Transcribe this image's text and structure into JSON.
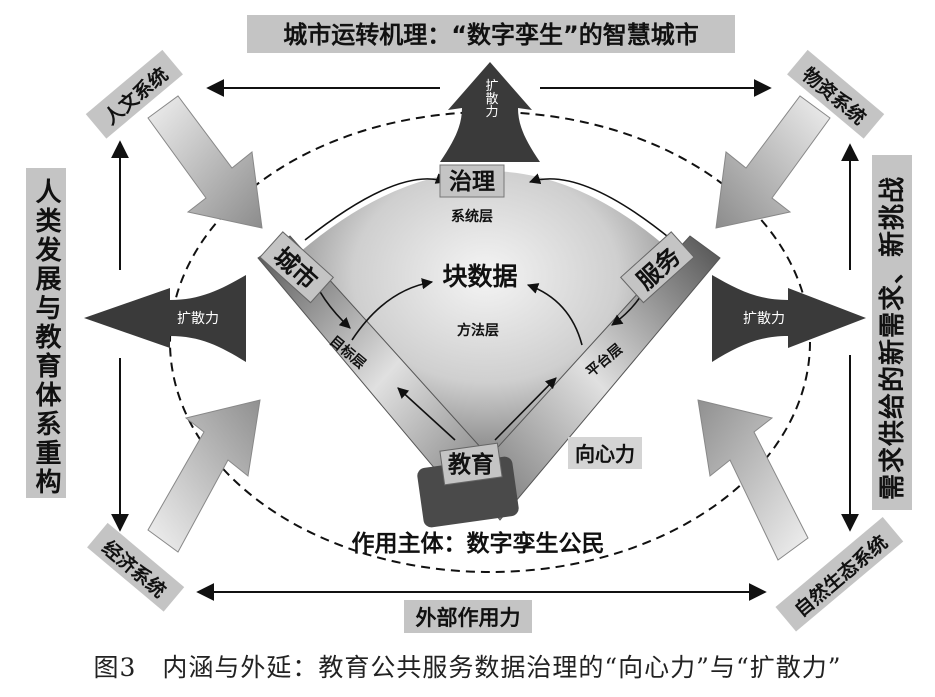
{
  "diagram": {
    "title": "城市运转机理：“数字孪生”的智慧城市",
    "corners": {
      "top_left": "人文系统",
      "top_right": "物资系统",
      "bottom_left": "经济系统",
      "bottom_right": "自然生态系统"
    },
    "left_side": "人类发展与教育体系重构",
    "right_side": "需求供给的新需求、新挑战",
    "spread_force": "扩散力",
    "nodes": {
      "governance": "治理",
      "city": "城市",
      "service": "服务",
      "education": "教育",
      "block_data": "块数据"
    },
    "layers": {
      "system": "系统层",
      "method": "方法层",
      "target": "目标层",
      "platform": "平台层"
    },
    "centripetal_force": "向心力",
    "acting_subject": "作用主体：数字孪生公民",
    "external_force": "外部作用力"
  },
  "caption": "图3　内涵与外延：教育公共服务数据治理的“向心力”与“扩散力”",
  "colors": {
    "dark": "#3a3a3a",
    "label_bg": "#c8c8c8",
    "arrow_light": "#bcbcbc"
  }
}
